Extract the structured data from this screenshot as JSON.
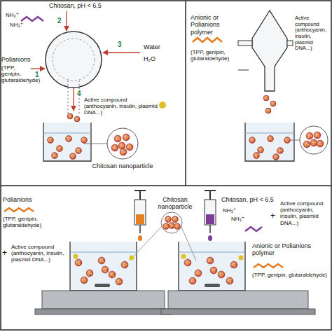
{
  "diagram": {
    "labels": [
      "NH₃⁺",
      "NH₃⁺",
      "Chitosan, pH < 6.5",
      "2",
      "3",
      "Water",
      "H₂O",
      "1",
      "Polianions",
      "(TPP, genipin, glutaraldehyde)",
      "4",
      "Active compound (anthocyanin, insulin, plasmid DNA...)",
      "Chitosan nanoparticle",
      "Anionic or Polianions polymer",
      "(TPP, genipin, glutaraldehyde)",
      "Active compound (anthocyanin, insulin, plasmid DNA...)",
      "Polianions",
      "(TPP, genipin, glutaraldehyde)",
      "+",
      "Active compound (anthocyanin, insulin, plasmid DNA...)",
      "Chitosan nanoparticle",
      "Chitosan, pH < 6.5",
      "NH₃⁺",
      "NH₃⁺",
      "+",
      "Active compound (anthocyanin, insulin, plasmid DNA...)",
      "Anionic or Polianions polymer",
      "(TPP, genipin, glutaraldehyde)"
    ]
  }
}
